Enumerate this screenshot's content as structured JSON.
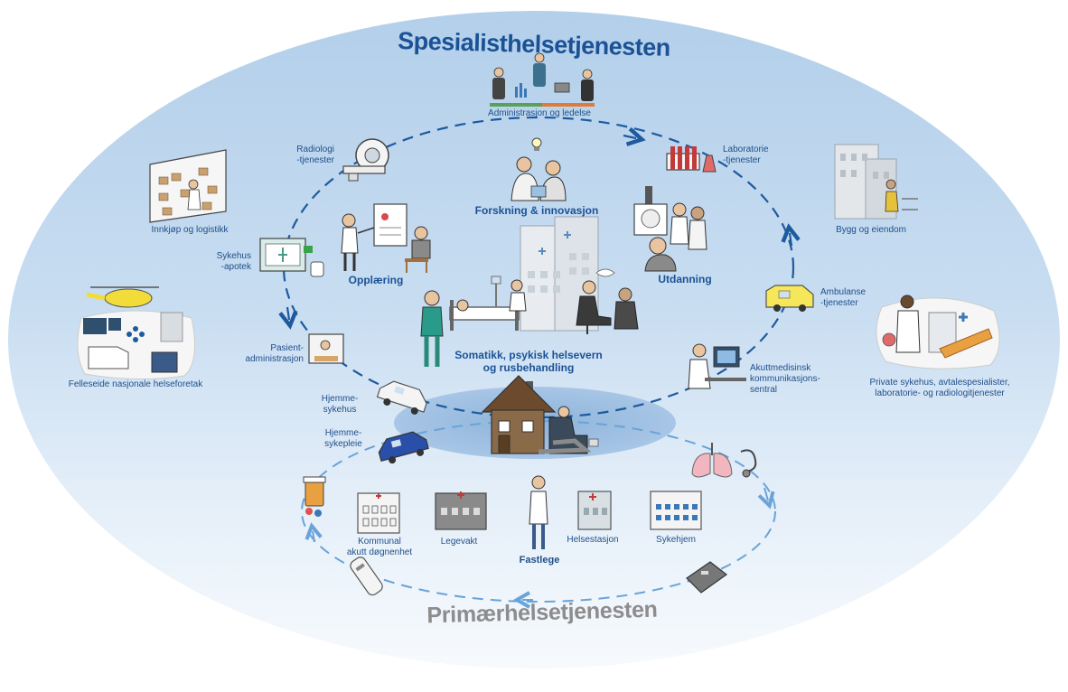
{
  "titles": {
    "top": "Spesialisthelsetjenesten",
    "bottom": "Primærhelsetjenesten"
  },
  "center": {
    "research": "Forskning & innovasjon",
    "training": "Opplæring",
    "education": "Utdanning",
    "treatment_line1": "Somatikk, psykisk helsevern",
    "treatment_line2": "og rusbehandling"
  },
  "ring_services": {
    "admin": "Administrasjon og ledelse",
    "radiology_1": "Radiologi",
    "radiology_2": "-tjenester",
    "laboratory_1": "Laboratorie",
    "laboratory_2": "-tjenester",
    "pharmacy_1": "Sykehus",
    "pharmacy_2": "-apotek",
    "patient_admin_1": "Pasient-",
    "patient_admin_2": "administrasjon",
    "ambulance_1": "Ambulanse",
    "ambulance_2": "-tjenester",
    "emergency_1": "Akuttmedisinsk",
    "emergency_2": "kommunikasjons-",
    "emergency_3": "sentral",
    "home_hospital_1": "Hjemme-",
    "home_hospital_2": "sykehus",
    "home_care_1": "Hjemme-",
    "home_care_2": "sykepleie"
  },
  "outer_services": {
    "procurement": "Innkjøp og logistikk",
    "buildings": "Bygg og eiendom",
    "shared_national": "Felleseide nasjonale helseforetak",
    "private_1": "Private sykehus, avtalespesialister,",
    "private_2": "laboratorie- og radiologitjenester"
  },
  "primary_care": {
    "municipal_1": "Kommunal",
    "municipal_2": "akutt døgnenhet",
    "emergency_clinic": "Legevakt",
    "gp": "Fastlege",
    "health_station": "Helsestasjon",
    "nursing_home": "Sykehjem"
  },
  "colors": {
    "primary_blue": "#1b5296",
    "ellipse_top": "#b7d2ec",
    "ellipse_bottom": "#f4f8fc",
    "dash_dark": "#1d5a9e",
    "dash_light": "#6aa3d8",
    "grey_title": "#8d8d8d"
  },
  "icons": [
    "admin-people-icon",
    "radiology-scanner-icon",
    "lab-tubes-icon",
    "research-people-icon",
    "training-teacher-icon",
    "education-people-icon",
    "hospital-building-icon",
    "nurse-icon",
    "patient-bed-icon",
    "therapy-chairs-icon",
    "pharmacy-icon",
    "patient-admin-desk-icon",
    "ambulance-icon",
    "dispatch-operator-icon",
    "home-hospital-car-icon",
    "home-care-car-icon",
    "house-icon",
    "elderly-armchair-icon",
    "warehouse-shelves-icon",
    "office-buildings-icon",
    "helicopter-icon",
    "national-services-icon",
    "private-clinic-icon",
    "medicine-bottle-icon",
    "municipal-building-icon",
    "emergency-clinic-icon",
    "doctor-icon",
    "health-station-icon",
    "nursing-home-icon",
    "lungs-icon",
    "stethoscope-icon",
    "inhaler-icon",
    "scale-icon"
  ]
}
